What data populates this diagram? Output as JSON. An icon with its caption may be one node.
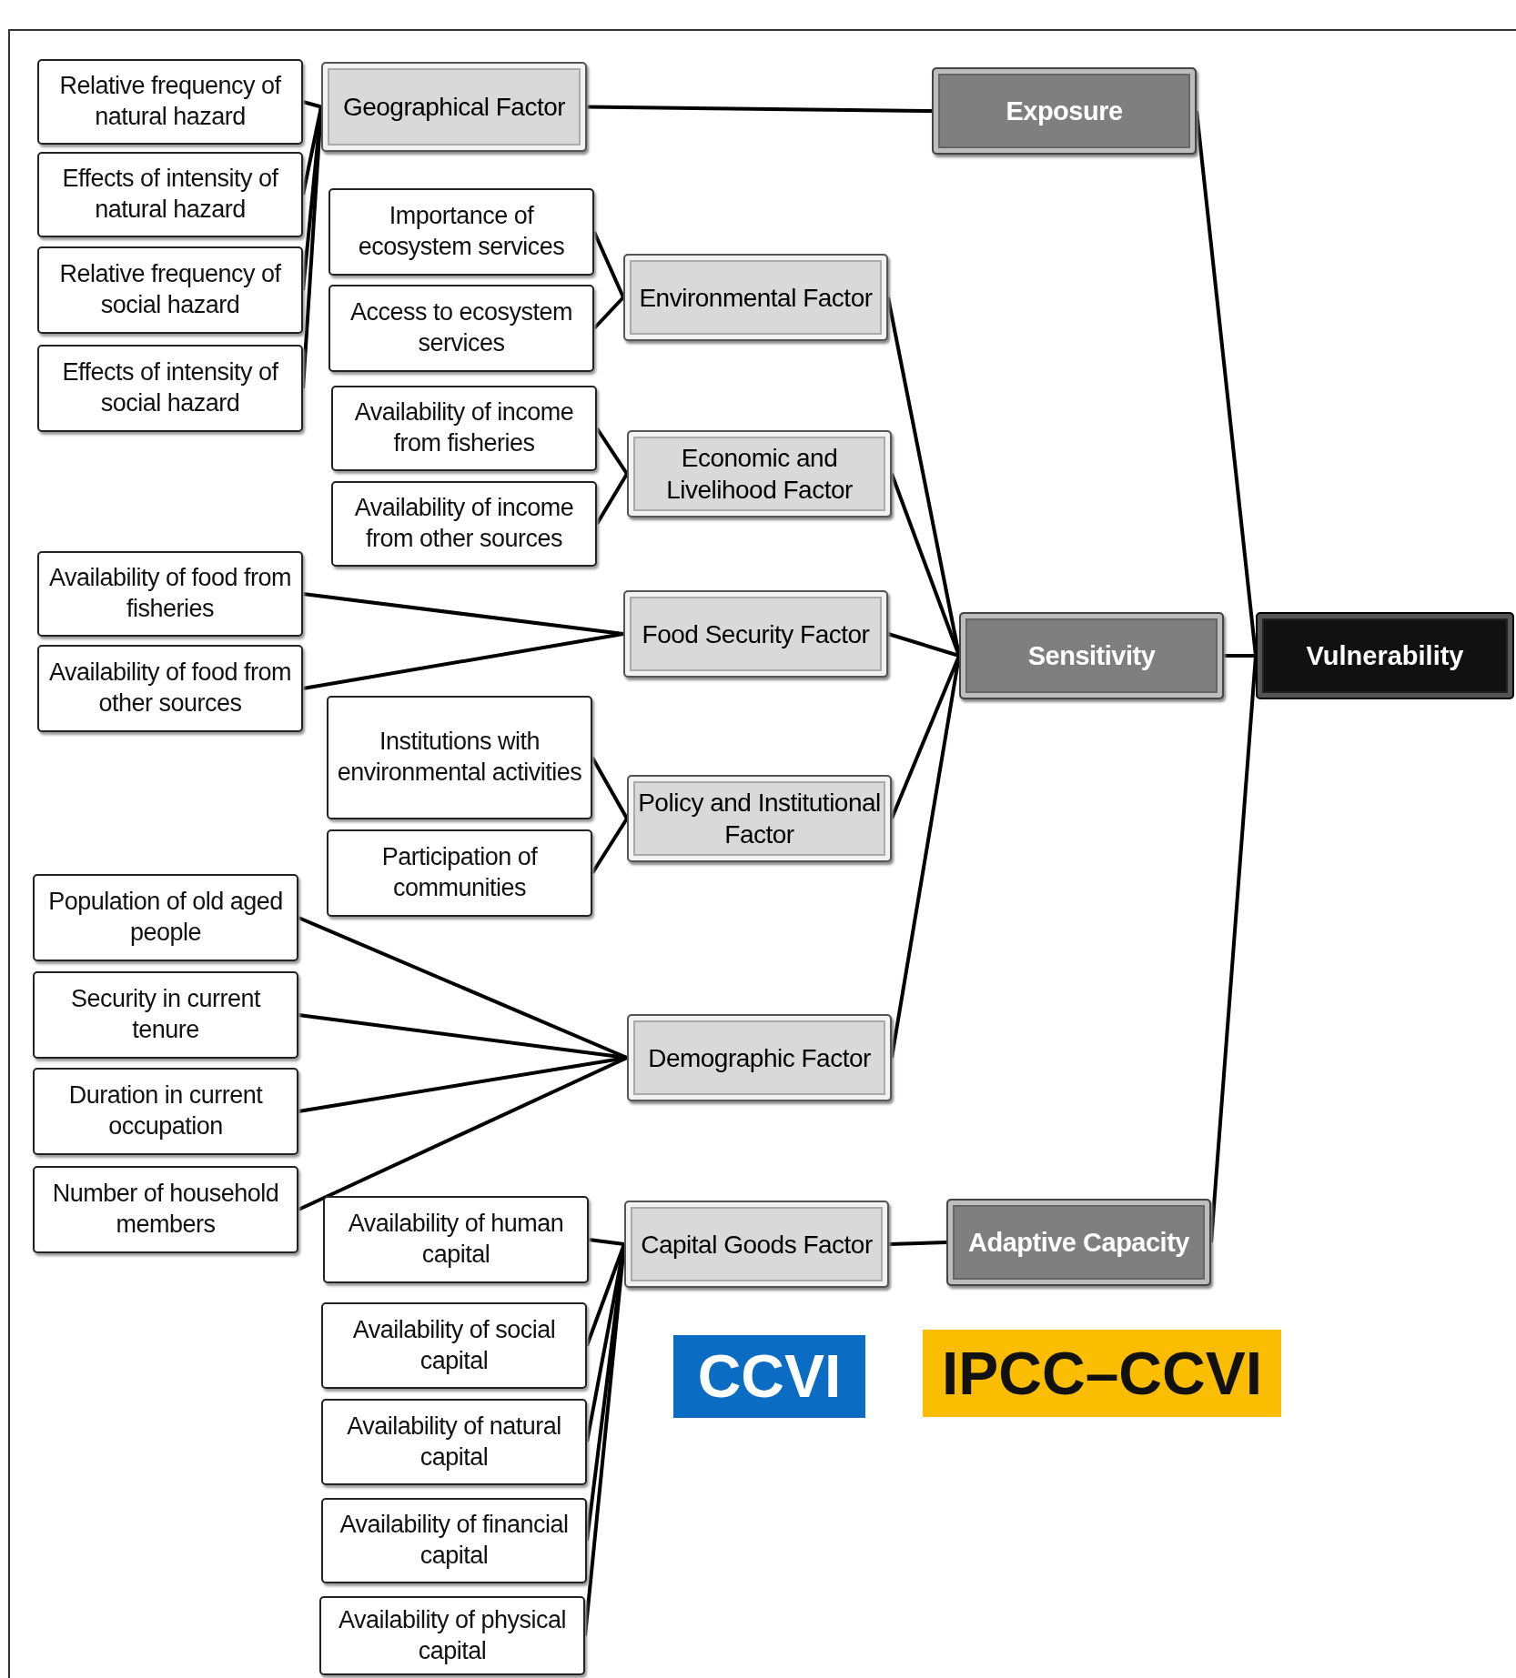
{
  "diagram": {
    "nodes": [
      {
        "text": [
          "Relative frequency of natural hazard"
        ]
      },
      {
        "text": [
          "Effects of intensity of natural hazard"
        ]
      },
      {
        "text": [
          "Relative frequency of social hazard"
        ]
      },
      {
        "text": [
          "Effects of intensity of social hazard"
        ]
      },
      {
        "text": [
          "Geographical Factor"
        ]
      },
      {
        "text": [
          "Exposure"
        ]
      },
      {
        "text": [
          "Importance of ecosystem services"
        ]
      },
      {
        "text": [
          "Access to ecosystem services"
        ]
      },
      {
        "text": [
          "Environmental Factor"
        ]
      },
      {
        "text": [
          "Availability of income from fisheries"
        ]
      },
      {
        "text": [
          "Availability of income from other sources"
        ]
      },
      {
        "text": [
          "Economic and Livelihood Factor"
        ]
      },
      {
        "text": [
          "Availability of food from fisheries"
        ]
      },
      {
        "text": [
          "Availability of food from other sources"
        ]
      },
      {
        "text": [
          "Food Security Factor"
        ]
      },
      {
        "text": [
          "Institutions with environmental activities"
        ]
      },
      {
        "text": [
          "Participation of communities"
        ]
      },
      {
        "text": [
          "Policy and Institutional Factor"
        ]
      },
      {
        "text": [
          "Sensitivity"
        ]
      },
      {
        "text": [
          "Vulnerability"
        ]
      },
      {
        "text": [
          "Population of old aged people"
        ]
      },
      {
        "text": [
          "Security in current tenure"
        ]
      },
      {
        "text": [
          "Duration in current occupation"
        ]
      },
      {
        "text": [
          "Number of household members"
        ]
      },
      {
        "text": [
          "Demographic Factor"
        ]
      },
      {
        "text": [
          "Availability of human capital"
        ]
      },
      {
        "text": [
          "Availability of social capital"
        ]
      },
      {
        "text": [
          "Availability of natural capital"
        ]
      },
      {
        "text": [
          "Availability of financial capital"
        ]
      },
      {
        "text": [
          "Availability of physical capital"
        ]
      },
      {
        "text": [
          "Capital Goods Factor"
        ]
      },
      {
        "text": [
          "Adaptive Capacity"
        ]
      },
      {
        "text": [
          "CCVI"
        ]
      },
      {
        "text": [
          "IPCC–CCVI"
        ]
      }
    ],
    "edges": [
      {
        "from": 0,
        "to": 4,
        "arrow": "none"
      },
      {
        "from": 1,
        "to": 4,
        "arrow": "none"
      },
      {
        "from": 2,
        "to": 4,
        "arrow": "none"
      },
      {
        "from": 3,
        "to": 4,
        "arrow": "none"
      },
      {
        "from": 4,
        "to": 5,
        "arrow": "none"
      },
      {
        "from": 6,
        "to": 8,
        "arrow": "none"
      },
      {
        "from": 7,
        "to": 8,
        "arrow": "none"
      },
      {
        "from": 9,
        "to": 11,
        "arrow": "none"
      },
      {
        "from": 10,
        "to": 11,
        "arrow": "none"
      },
      {
        "from": 12,
        "to": 14,
        "arrow": "none"
      },
      {
        "from": 13,
        "to": 14,
        "arrow": "none"
      },
      {
        "from": 15,
        "to": 17,
        "arrow": "none"
      },
      {
        "from": 16,
        "to": 17,
        "arrow": "none"
      },
      {
        "from": 20,
        "to": 24,
        "arrow": "none"
      },
      {
        "from": 21,
        "to": 24,
        "arrow": "none"
      },
      {
        "from": 22,
        "to": 24,
        "arrow": "none"
      },
      {
        "from": 23,
        "to": 24,
        "arrow": "none"
      },
      {
        "from": 25,
        "to": 30,
        "arrow": "none"
      },
      {
        "from": 26,
        "to": 30,
        "arrow": "none"
      },
      {
        "from": 27,
        "to": 30,
        "arrow": "none"
      },
      {
        "from": 28,
        "to": 30,
        "arrow": "none"
      },
      {
        "from": 29,
        "to": 30,
        "arrow": "none"
      },
      {
        "from": 8,
        "to": 18,
        "arrow": "none"
      },
      {
        "from": 11,
        "to": 18,
        "arrow": "none"
      },
      {
        "from": 14,
        "to": 18,
        "arrow": "none"
      },
      {
        "from": 17,
        "to": 18,
        "arrow": "none"
      },
      {
        "from": 24,
        "to": 18,
        "arrow": "none"
      },
      {
        "from": 30,
        "to": 31,
        "arrow": "none"
      },
      {
        "from": 5,
        "to": 19,
        "arrow": "none"
      },
      {
        "from": 18,
        "to": 19,
        "arrow": "none"
      },
      {
        "from": 31,
        "to": 19,
        "arrow": "none"
      }
    ]
  }
}
